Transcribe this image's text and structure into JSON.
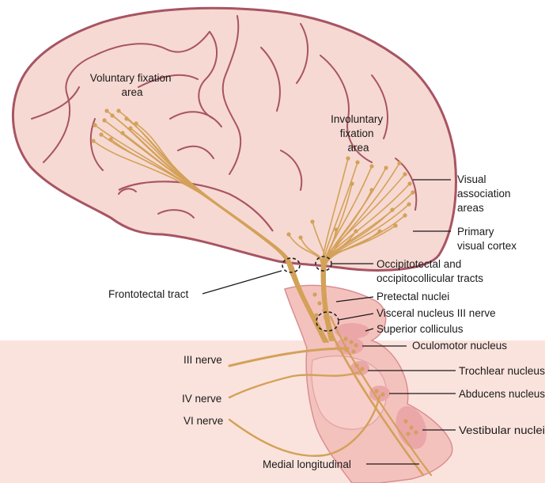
{
  "colors": {
    "brain_fill": "#f6d9d2",
    "brain_outline": "#a85463",
    "sulci": "#a85463",
    "fiber": "#d3a159",
    "brainstem_band": "#fbe3dd",
    "brainstem_body": "#f4c2bd",
    "nucleus_fill": "#eba6a8",
    "label_text": "#1a1a1a"
  },
  "labels": {
    "voluntary_fixation": [
      "Voluntary fixation",
      "area"
    ],
    "involuntary_fixation": [
      "Involuntary",
      "fixation",
      "area"
    ],
    "visual_association": [
      "Visual",
      "association",
      "areas"
    ],
    "primary_visual_cortex": [
      "Primary",
      "visual cortex"
    ],
    "occipitotectal": [
      "Occipitotectal and",
      "occipitocollicular tracts"
    ],
    "frontotectal": "Frontotectal tract",
    "pretectal": "Pretectal nuclei",
    "visceral_nucleus": "Visceral nucleus III nerve",
    "superior_colliculus": "Superior colliculus",
    "oculomotor_nucleus": "Oculomotor nucleus",
    "trochlear_nucleus": "Trochlear nucleus",
    "abducens_nucleus": "Abducens nucleus",
    "vestibular_nuclei": "Vestibular nuclei",
    "nerve_iii": "III nerve",
    "nerve_iv": "IV nerve",
    "nerve_vi": "VI nerve",
    "medial_longitudinal": "Medial longitudinal"
  }
}
